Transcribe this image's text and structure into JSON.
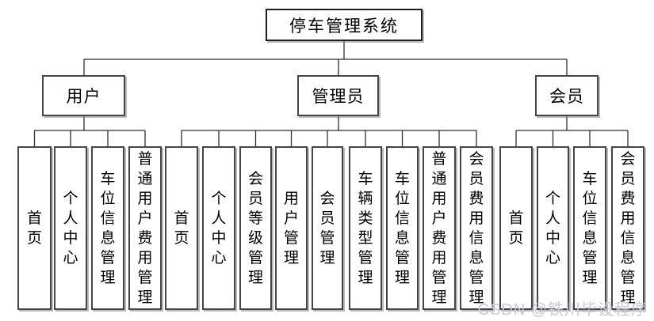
{
  "root": {
    "title": "停车管理系统"
  },
  "groups": [
    {
      "label": "用户",
      "children": [
        "首页",
        "个人中心",
        "车位信息管理",
        "普通用户费用管理"
      ]
    },
    {
      "label": "管理员",
      "children": [
        "首页",
        "个人中心",
        "会员等级管理",
        "用户管理",
        "会员管理",
        "车辆类型管理",
        "车位信息管理",
        "普通用户费用管理",
        "会员费用信息管理"
      ]
    },
    {
      "label": "会员",
      "children": [
        "首页",
        "个人中心",
        "车位信息管理",
        "会员费用信息管理"
      ]
    }
  ],
  "watermark": "CSDN @铁川毕设程序",
  "colors": {
    "box_border": "#454545",
    "root_border": "#1f1f1f",
    "connector_line": "#2e2e2e",
    "box_shadow": "#828282",
    "watermark_text": "#c8c8d8",
    "background": "#ffffff"
  }
}
